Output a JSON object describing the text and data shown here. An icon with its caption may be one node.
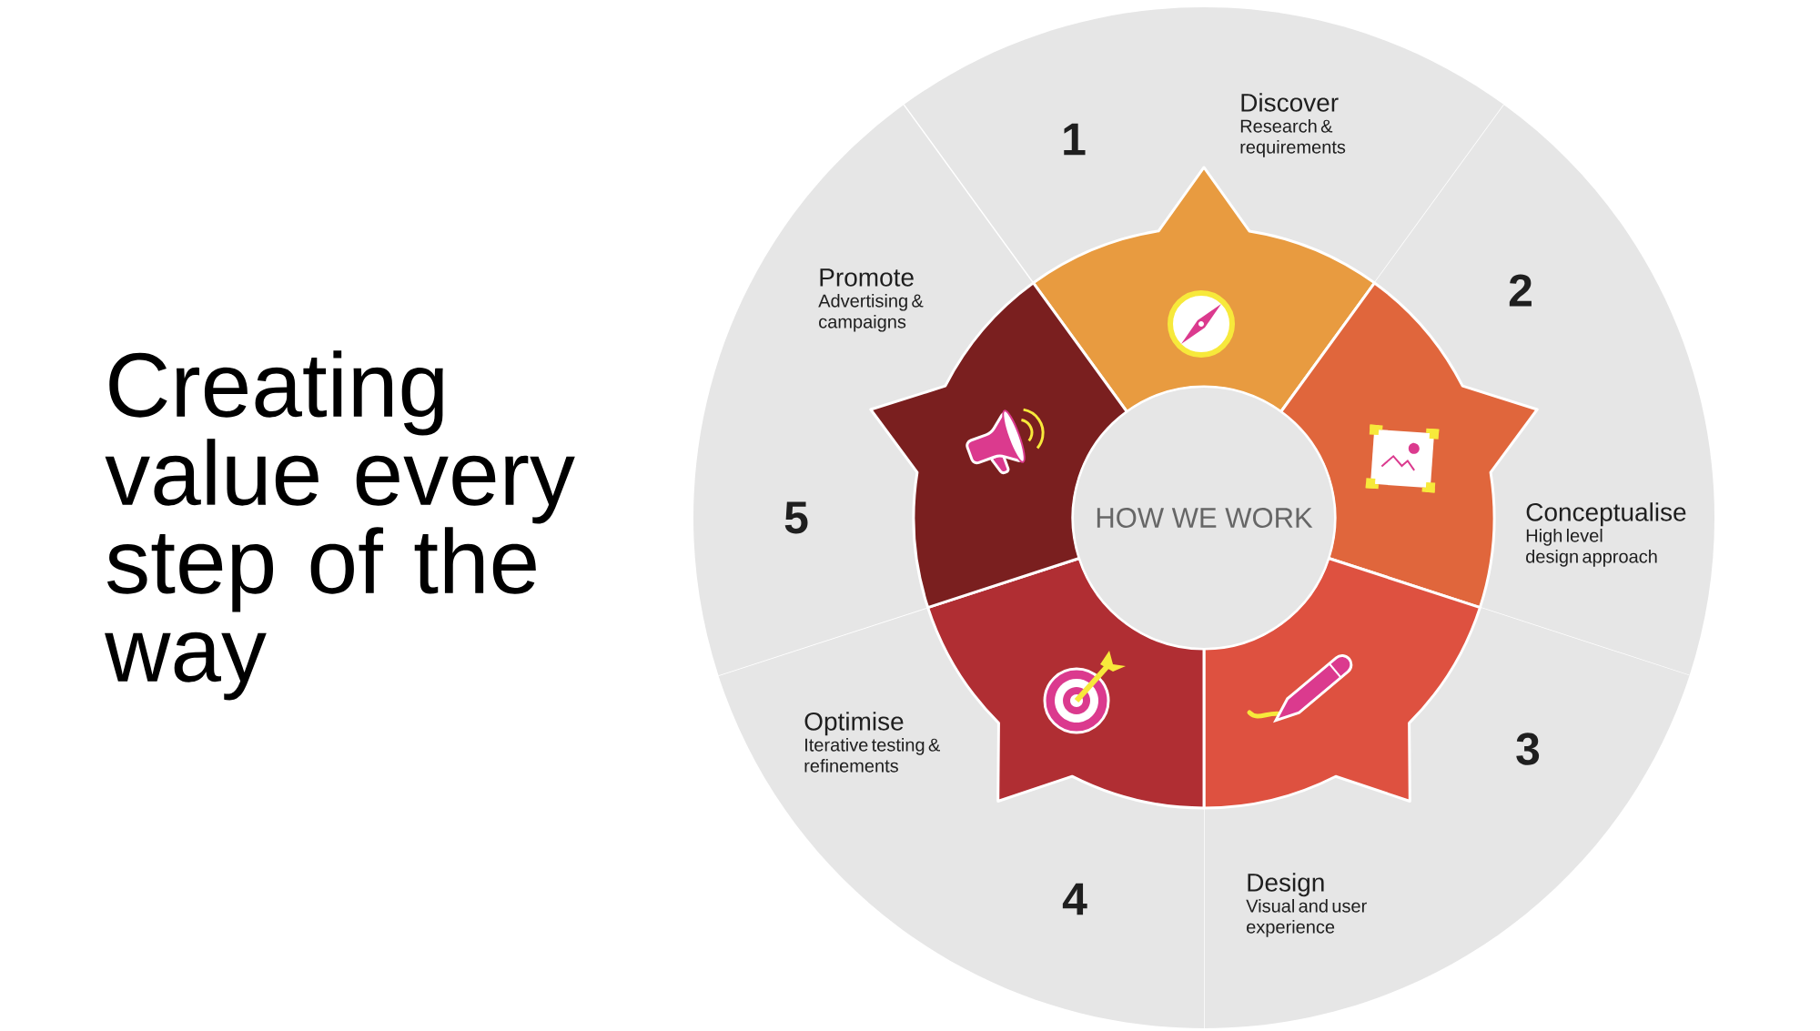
{
  "diagram": {
    "title": "Creating value every step of the way",
    "nodes": [
      {
        "text": [
          "1",
          "Discover",
          "Research & requirements"
        ]
      },
      {
        "text": [
          "2",
          "Conceptualise",
          "High level design approach"
        ]
      },
      {
        "text": [
          "3",
          "Design",
          "Visual and user experience"
        ]
      },
      {
        "text": [
          "4",
          "Optimise",
          "Iterative testing & refinements"
        ]
      },
      {
        "text": [
          "5",
          "Promote",
          "Advertising & campaigns"
        ]
      },
      {
        "text": [
          "HOW WE WORK"
        ]
      }
    ]
  }
}
